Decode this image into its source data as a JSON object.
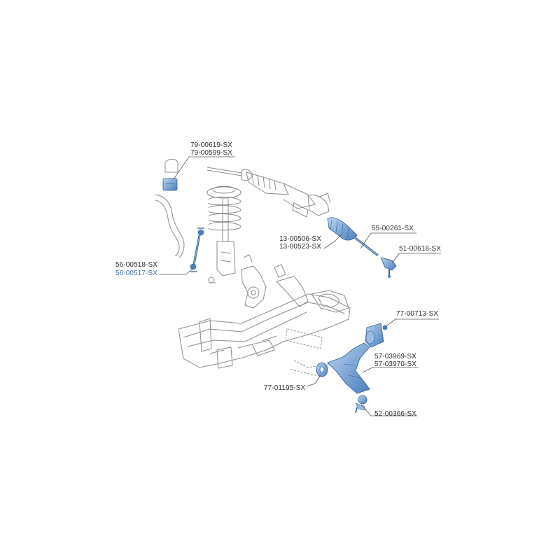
{
  "diagram": {
    "part_numbers": {
      "p_79_00619": "79-00619-SX",
      "p_79_00599": "79-00599-SX",
      "p_55_00261": "55-00261-SX",
      "p_13_00506": "13-00506-SX",
      "p_13_00523": "13-00523-SX",
      "p_51_00618": "51-00618-SX",
      "p_56_00518": "56-00518-SX",
      "p_56_00517": "56-00517-SX",
      "p_77_00713": "77-00713-SX",
      "p_57_03969": "57-03969-SX",
      "p_57_03970": "57-03970-SX",
      "p_77_01195": "77-01195-SX",
      "p_52_00366": "52-00366-SX"
    },
    "colors": {
      "highlight_part": "#4a7fc0",
      "highlight_part_light": "#9dbce3",
      "line_art": "#8c8c8c",
      "leader": "#555555",
      "highlight_label": "#3f6fa3"
    }
  }
}
